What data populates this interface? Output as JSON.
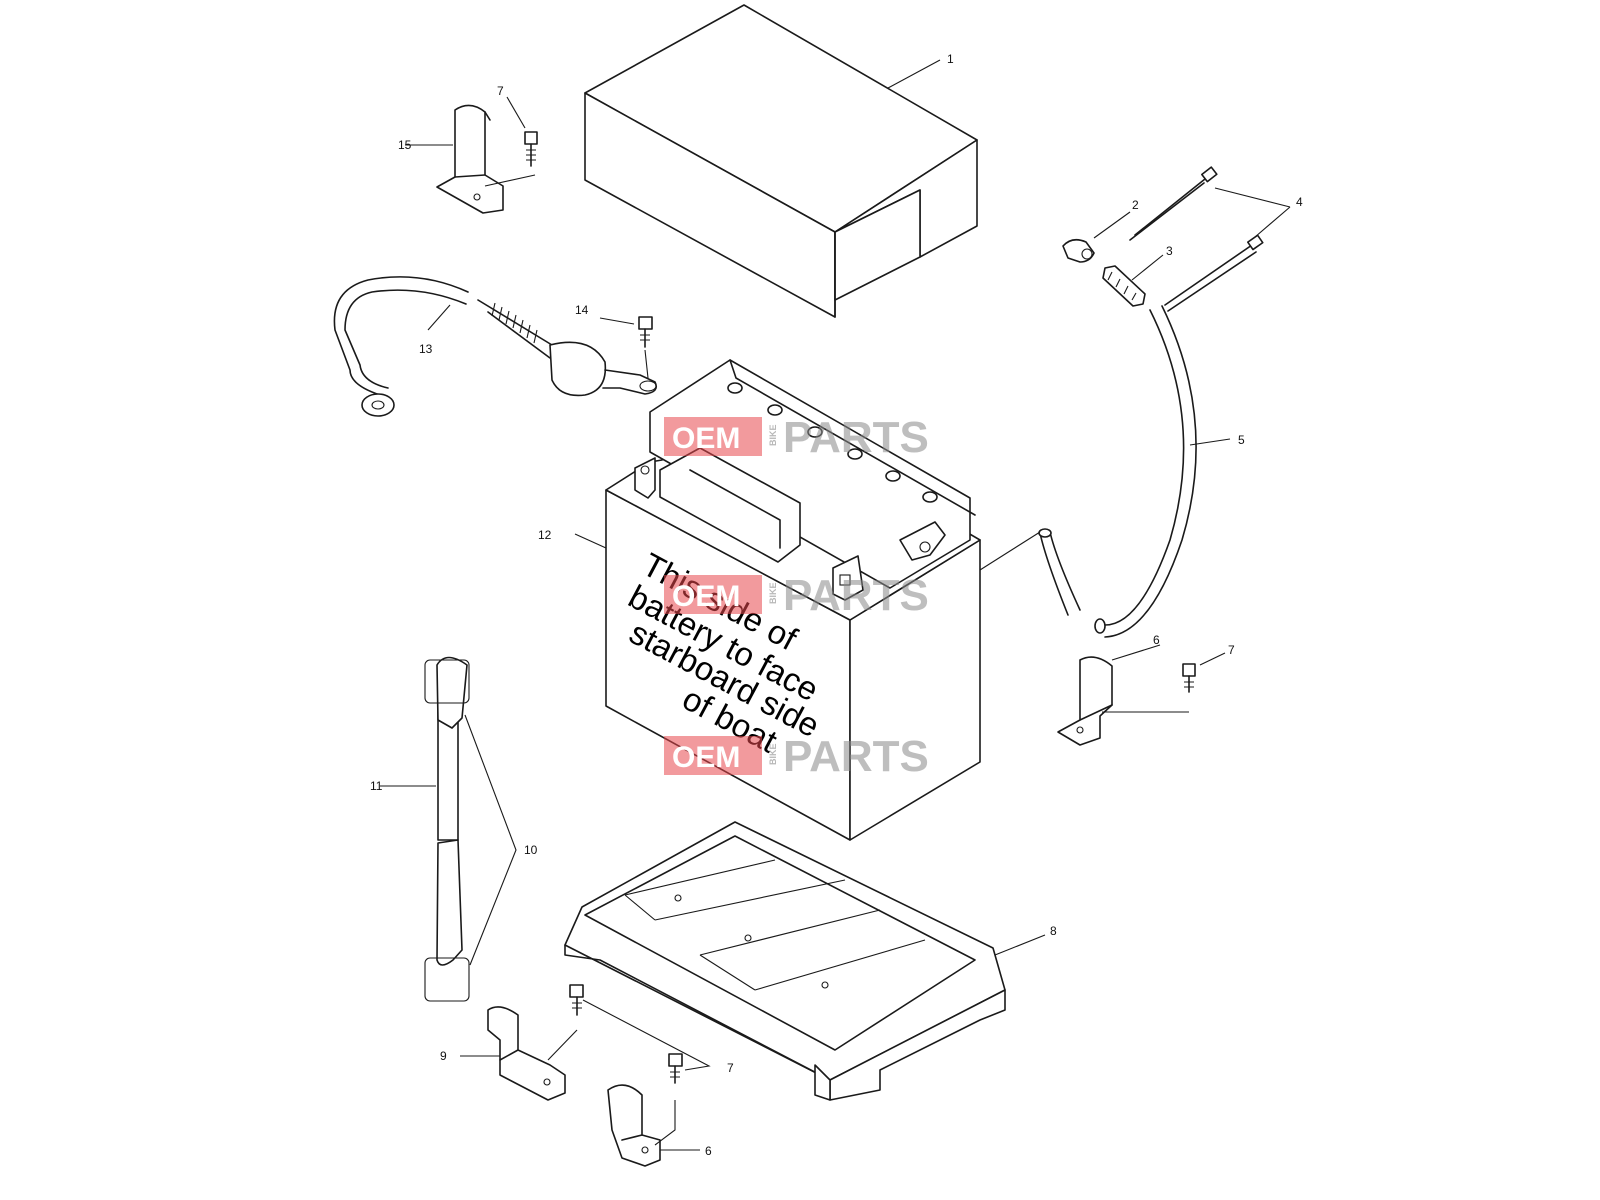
{
  "battery_label": {
    "lines": [
      "This side of",
      "battery to face",
      "starboard side",
      "of boat"
    ]
  },
  "callouts": {
    "c1": "1",
    "c2": "2",
    "c3": "3",
    "c4": "4",
    "c5": "5",
    "c6a": "6",
    "c6b": "6",
    "c7a": "7",
    "c7b": "7",
    "c7c": "7",
    "c8": "8",
    "c9": "9",
    "c10": "10",
    "c11": "11",
    "c12": "12",
    "c13": "13",
    "c14": "14",
    "c15": "15"
  },
  "watermark": {
    "left_word": "OEM",
    "middle_word": "BIKE",
    "right_word": "PARTS",
    "box_color": "#e8474c"
  }
}
